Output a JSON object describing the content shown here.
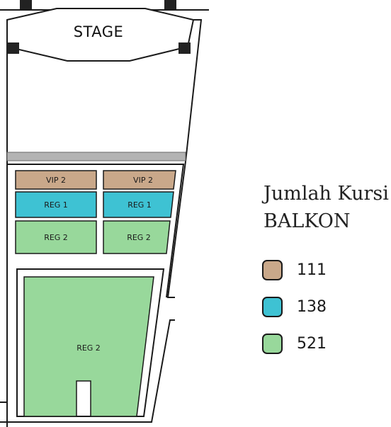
{
  "stage": {
    "label": "STAGE"
  },
  "sections": {
    "vip2_left": {
      "label": "VIP 2",
      "color": "#C9A88A"
    },
    "vip2_right": {
      "label": "VIP 2",
      "color": "#C9A88A"
    },
    "reg1_left": {
      "label": "REG 1",
      "color": "#3EC2D3"
    },
    "reg1_right": {
      "label": "REG 1",
      "color": "#3EC2D3"
    },
    "reg2_left": {
      "label": "REG 2",
      "color": "#98D89B"
    },
    "reg2_right": {
      "label": "REG 2",
      "color": "#98D89B"
    },
    "reg2_large": {
      "label": "REG 2",
      "color": "#98D89B"
    }
  },
  "legend": {
    "title_line1": "Jumlah Kursi",
    "title_line2": "BALKON",
    "items": [
      {
        "value": "111",
        "color": "#C9A88A"
      },
      {
        "value": "138",
        "color": "#3EC2D3"
      },
      {
        "value": "521",
        "color": "#98D89B"
      }
    ]
  },
  "colors": {
    "walkway": "#B3B3B3",
    "outline": "#1A1A1A"
  }
}
